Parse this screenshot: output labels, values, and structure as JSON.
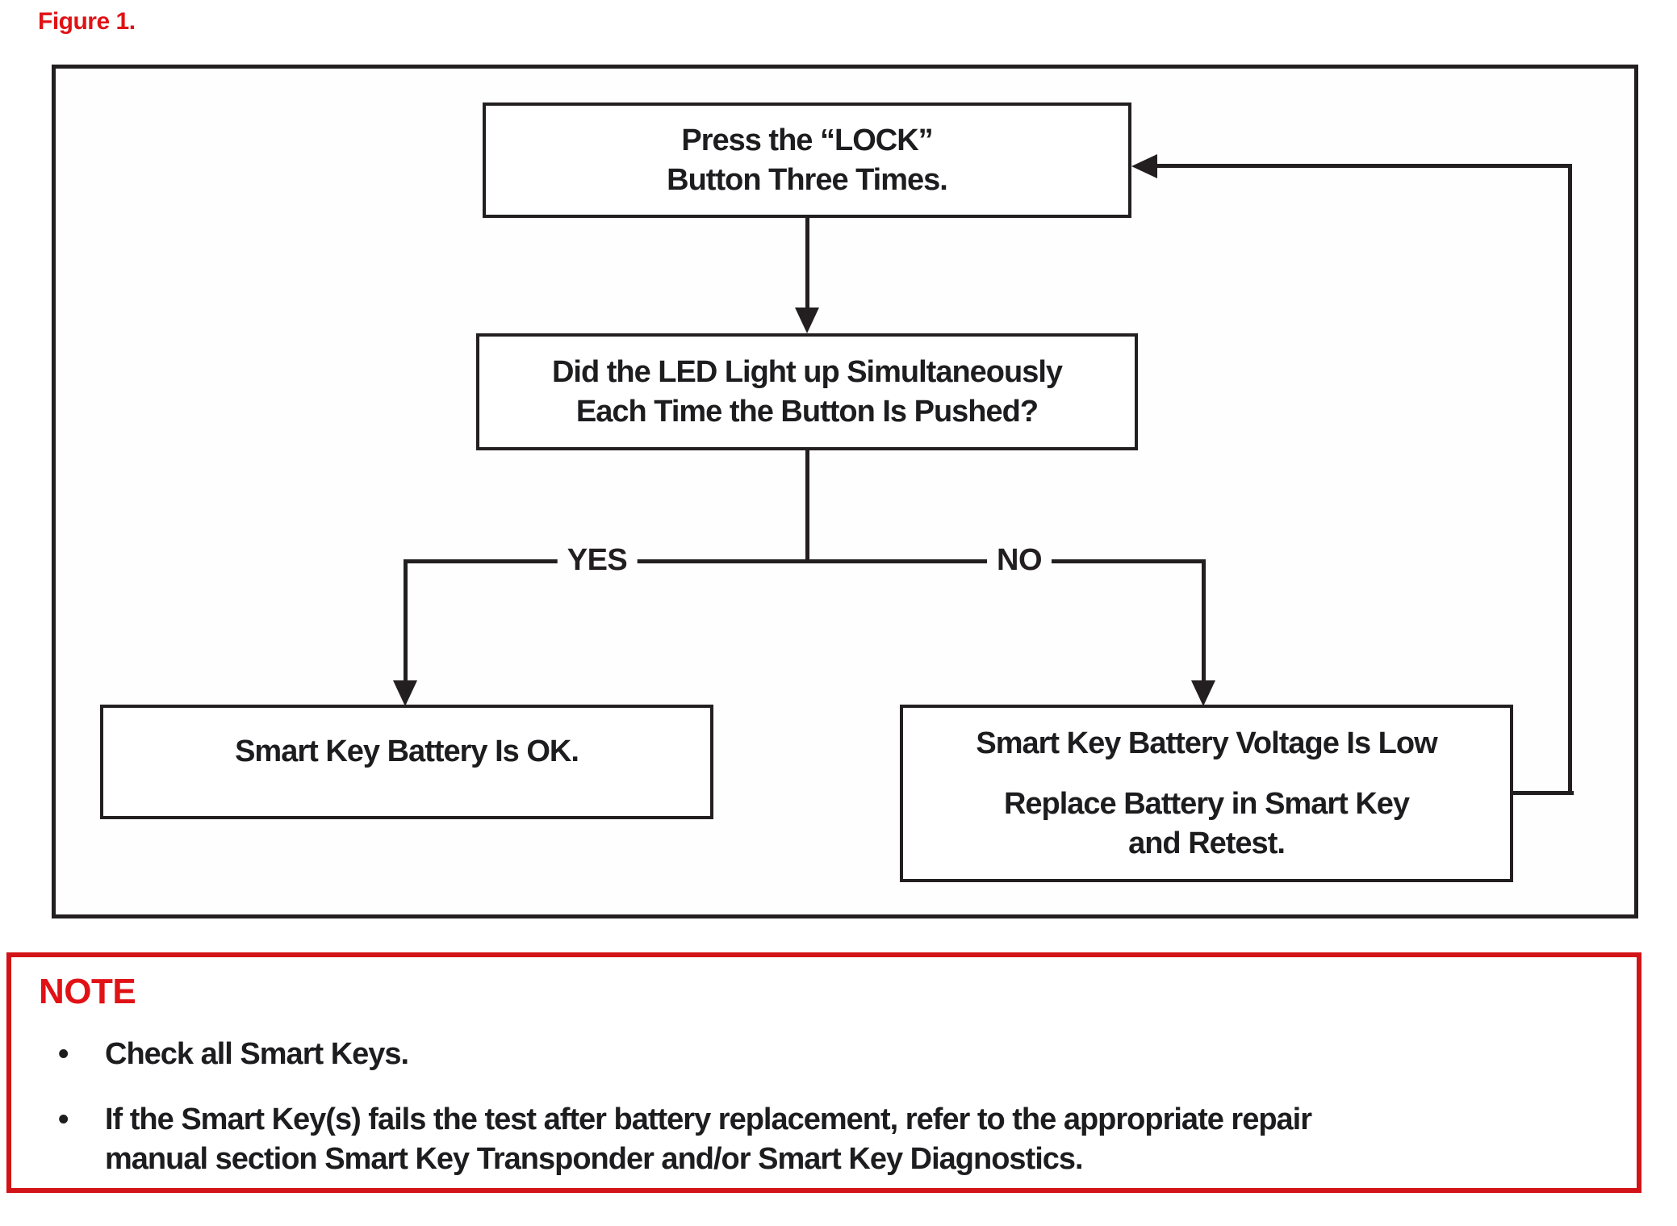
{
  "figure": {
    "label": "Figure 1."
  },
  "flowchart": {
    "nodes": {
      "press_lock": {
        "lines": [
          "Press the “LOCK”",
          "Button Three Times."
        ]
      },
      "led_question": {
        "lines": [
          "Did the LED Light up Simultaneously",
          "Each Time the Button Is Pushed?"
        ]
      },
      "battery_ok": {
        "lines": [
          "Smart Key Battery Is OK."
        ]
      },
      "battery_low": {
        "heading": "Smart Key Battery Voltage Is Low",
        "lines": [
          "Replace Battery in Smart Key",
          "and Retest."
        ]
      }
    },
    "edges": {
      "yes": "YES",
      "no": "NO"
    }
  },
  "note": {
    "title": "NOTE",
    "bullet_marker": "•",
    "bullets": [
      {
        "lines": [
          "Check all Smart Keys."
        ]
      },
      {
        "lines": [
          "If the Smart Key(s) fails the test after battery replacement, refer to the appropriate repair",
          "manual section Smart Key Transponder and/or Smart Key Diagnostics."
        ]
      }
    ]
  },
  "colors": {
    "accent_red": "#e01215",
    "note_border_red": "#d21317",
    "line_black": "#231f20"
  }
}
